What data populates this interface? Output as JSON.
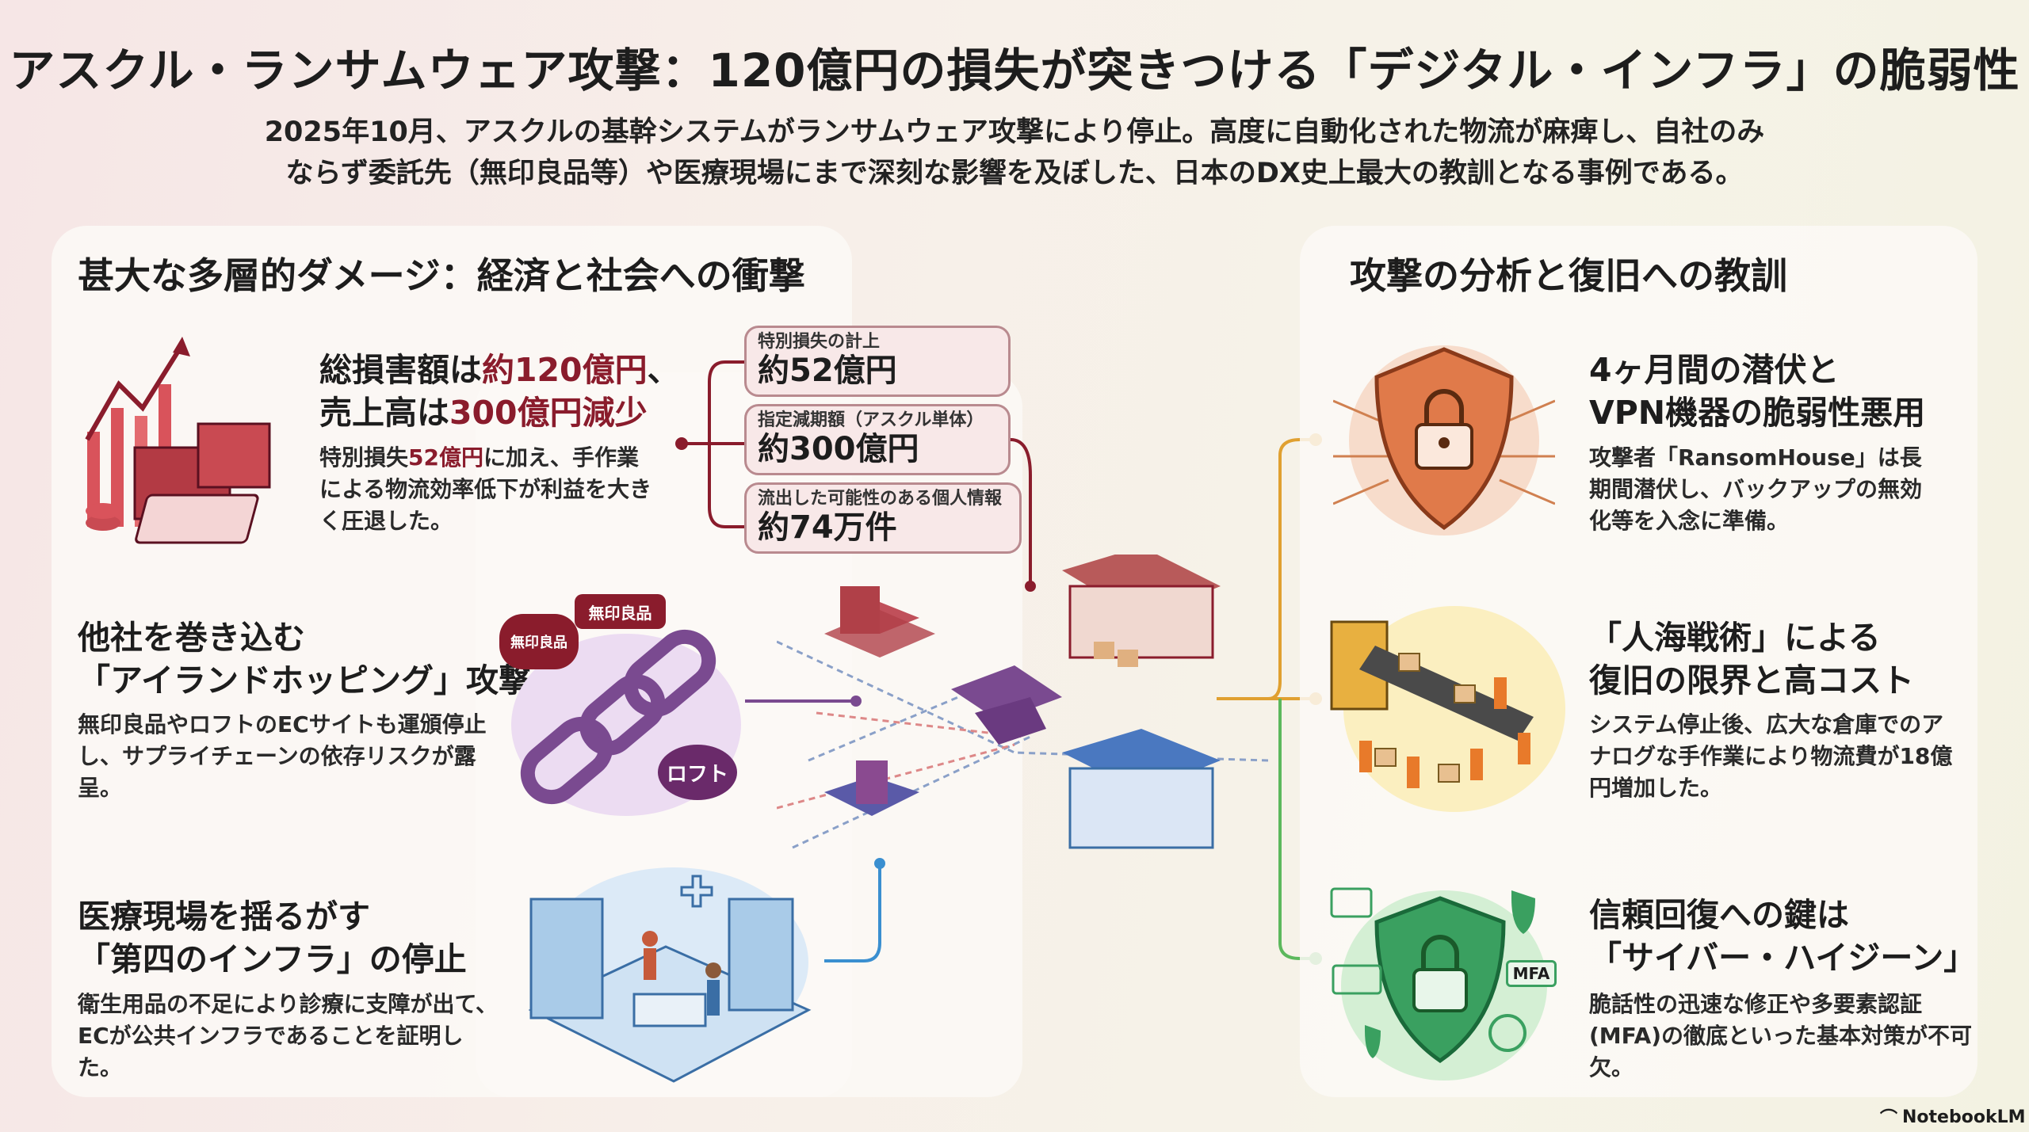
{
  "title": "アスクル・ランサムウェア攻撃：120億円の損失が突きつける「デジタル・インフラ」の脆弱性",
  "subtitle": [
    "2025年10月、アスクルの基幹システムがランサムウェア攻撃により停止。高度に自動化された物流が麻痺し、自社のみ",
    "ならず委託先（無印良品等）や医療現場にまで深刻な影響を及ぼした、日本のDX史上最大の教訓となる事例である。"
  ],
  "left": {
    "heading": "甚大な多層的ダメージ：経済と社会への衝撃",
    "items": [
      {
        "title_parts": [
          "総損害額は",
          "約120億円",
          "、",
          "売上高は",
          "300億円減少"
        ],
        "body_parts": [
          "特別損失",
          "52億円",
          "に加え、手作業による物流効率低下が利益を大きく圧退した。"
        ]
      },
      {
        "title": [
          "他社を巻き込む",
          "「アイランドホッピング」攻撃"
        ],
        "body": "無印良品やロフトのECサイトも運頒停止し、サプライチェーンの依存リスクが露呈。",
        "tags": [
          "無印良品",
          "無印良品",
          "ロフト"
        ]
      },
      {
        "title": [
          "医療現場を揺るがす",
          "「第四のインフラ」の停止"
        ],
        "body": "衛生用品の不足により診療に支障が出て、ECが公共インフラであることを証明した。"
      }
    ],
    "stats": [
      {
        "label": "特別損失の計上",
        "value": "約52億円"
      },
      {
        "label": "指定減期額（アスクル単体）",
        "value": "約300億円"
      },
      {
        "label": "流出した可能性のある個人情報",
        "value": "約74万件"
      }
    ]
  },
  "right": {
    "heading": "攻撃の分析と復旧への教訓",
    "items": [
      {
        "title": [
          "4ヶ月間の潜伏と",
          "VPN機器の脆弱性悪用"
        ],
        "body": "攻撃者「RansomHouse」は長期間潜伏し、バックアップの無効化等を入念に準備。"
      },
      {
        "title": [
          "「人海戦術」による",
          "復旧の限界と高コスト"
        ],
        "body": "システム停止後、広大な倉庫でのアナログな手作業により物流費が18億円増加した。"
      },
      {
        "title": [
          "信頼回復への鍵は",
          "「サイバー・ハイジーン」"
        ],
        "body": "脆話性の迅速な修正や多要素認証(MFA)の徹底といった基本対策が不可欠。",
        "badge": "MFA"
      }
    ]
  },
  "footer": {
    "brand": "NotebookLM"
  },
  "colors": {
    "maroon": "#8a1c2c",
    "purple": "#7a4a90",
    "blue": "#3a8fd0",
    "orange": "#e0a030",
    "green": "#5cb85c"
  }
}
